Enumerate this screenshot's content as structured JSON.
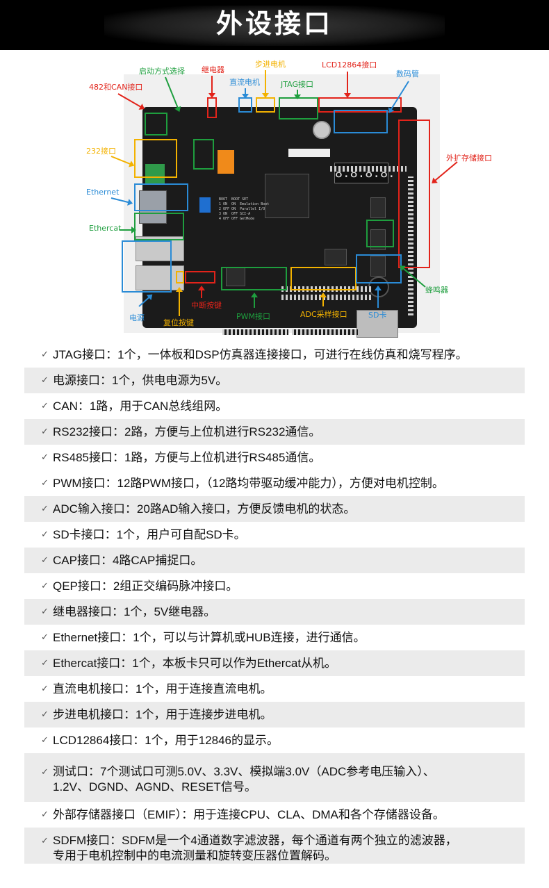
{
  "header": {
    "title": "外设接口"
  },
  "figure": {
    "labels": {
      "can482": "482和CAN接口",
      "boot": "启动方式选择",
      "relay": "继电器",
      "dc_motor": "直流电机",
      "stepper": "步进电机",
      "jtag": "JTAG接口",
      "lcd": "LCD12864接口",
      "seg": "数码管",
      "rs232": "232接口",
      "ethernet": "Ethernet",
      "ethercat": "Ethercat",
      "ext_mem": "外扩存储接口",
      "buzzer": "蜂鸣器",
      "power": "电源",
      "reset_key": "复位按键",
      "int_key": "中断按键",
      "pwm": "PWM接口",
      "adc": "ADC采样接口",
      "sd": "SD卡"
    },
    "seg_digits": [
      "8.",
      "8.",
      "8.",
      "8."
    ],
    "colors": {
      "red": "#e2231a",
      "blue": "#2a8bd6",
      "green": "#1e9e3e",
      "yellow": "#f3b200"
    }
  },
  "features": [
    {
      "check": "✓",
      "text": "JTAG接口：1个，一体板和DSP仿真器连接接口，可进行在线仿真和烧写程序。"
    },
    {
      "check": "✓",
      "text": "电源接口：1个，供电电源为5V。"
    },
    {
      "check": "✓",
      "text": "CAN：1路，用于CAN总线组网。"
    },
    {
      "check": "✓",
      "text": "RS232接口：2路，方便与上位机进行RS232通信。"
    },
    {
      "check": "✓",
      "text": "RS485接口：1路，方便与上位机进行RS485通信。"
    },
    {
      "check": "✓",
      "text": "PWM接口：12路PWM接口，（12路均带驱动缓冲能力），方便对电机控制。"
    },
    {
      "check": "✓",
      "text": "ADC输入接口：20路AD输入接口，方便反馈电机的状态。"
    },
    {
      "check": "✓",
      "text": "SD卡接口：1个，用户可自配SD卡。"
    },
    {
      "check": "✓",
      "text": "CAP接口：4路CAP捕捉口。"
    },
    {
      "check": "✓",
      "text": "QEP接口：2组正交编码脉冲接口。"
    },
    {
      "check": "✓",
      "text": "继电器接口：1个，5V继电器。"
    },
    {
      "check": "✓",
      "text": "Ethernet接口：1个，可以与计算机或HUB连接，进行通信。"
    },
    {
      "check": "✓",
      "text": "Ethercat接口：1个，本板卡只可以作为Ethercat从机。"
    },
    {
      "check": "✓",
      "text": "直流电机接口：1个，用于连接直流电机。"
    },
    {
      "check": "✓",
      "text": "步进电机接口：1个，用于连接步进电机。"
    },
    {
      "check": "✓",
      "text": "LCD12864接口：1个，用于12846的显示。"
    },
    {
      "check": "✓",
      "text": "测试口：7个测试口可测5.0V、3.3V、模拟端3.0V（ADC参考电压输入）、",
      "text2": "1.2V、DGND、AGND、RESET信号。"
    },
    {
      "check": "✓",
      "text": "外部存储器接口（EMIF）：用于连接CPU、CLA、DMA和各个存储器设备。"
    },
    {
      "check": "✓",
      "text": "SDFM接口：SDFM是一个4通道数字滤波器，每个通道有两个独立的滤波器，",
      "text2": "专用于电机控制中的电流测量和旋转变压器位置解码。"
    }
  ]
}
